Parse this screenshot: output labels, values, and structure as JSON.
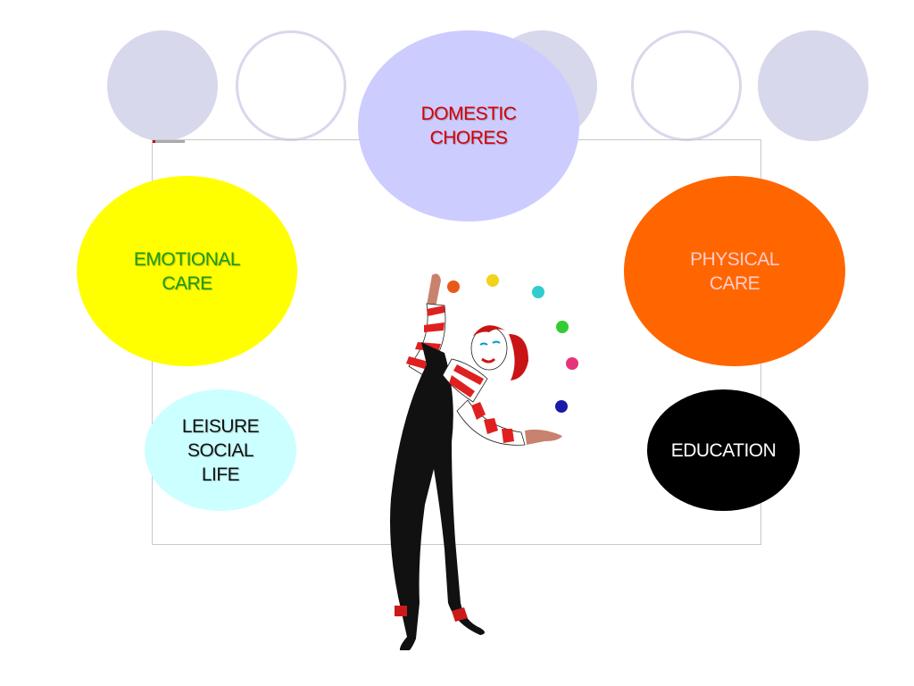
{
  "bubbles": {
    "domestic": "DOMESTIC\nCHORES",
    "emotional": "EMOTIONAL\nCARE",
    "physical": "PHYSICAL\nCARE",
    "leisure": "LEISURE\nSOCIAL\nLIFE",
    "education": "EDUCATION"
  },
  "colors": {
    "decorative_circle": "#d8d8ec",
    "domestic_fill": "#ccccff",
    "domestic_text": "#d40000",
    "emotional_fill": "#ffff00",
    "emotional_text": "#1a9a1a",
    "physical_fill": "#ff6600",
    "physical_text": "#ffcccc",
    "leisure_fill": "#ccffff",
    "education_fill": "#000000"
  },
  "illustration": "juggling-mime-icon"
}
